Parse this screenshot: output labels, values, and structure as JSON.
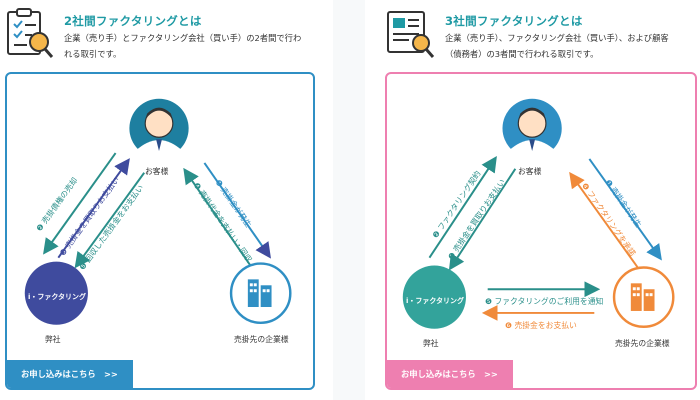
{
  "left": {
    "icon": "clipboard-magnifier-icon",
    "title": "2社間ファクタリングとは",
    "desc_line1": "企業（売り手）とファクタリング会社（買い手）の2者間で行わ",
    "desc_line2": "れる取引です。",
    "node_customer": "お客様",
    "node_company": "i・ファクタリング",
    "node_company_label": "弊社",
    "node_debtor_label": "売掛先の企業様",
    "steps": [
      {
        "num": "1",
        "text": "売掛金が発生"
      },
      {
        "num": "2",
        "text": "売掛債権の売却"
      },
      {
        "num": "3",
        "text": "売掛金を買取りお支払い"
      },
      {
        "num": "4",
        "text": "売掛代金を支払い・回収"
      },
      {
        "num": "5",
        "text": "回収した売掛金をお支払い"
      }
    ],
    "cta": "お申し込みはこちら　>>",
    "colors": {
      "accent": "#2f8fc4",
      "title": "#1f9aa4",
      "company": "#3f4b9e",
      "dark_arrow": "#3f4b9e",
      "teal_arrow": "#2a8f8a"
    }
  },
  "right": {
    "icon": "document-magnifier-icon",
    "title": "3社間ファクタリングとは",
    "desc_line1": "企業（売り手）、ファクタリング会社（買い手）、および顧客",
    "desc_line2": "（債務者）の3者間で行われる取引です。",
    "node_customer": "お客様",
    "node_company": "i・ファクタリング",
    "node_company_label": "弊社",
    "node_debtor_label": "売掛先の企業様",
    "steps": [
      {
        "num": "1",
        "text": "売掛金が発生"
      },
      {
        "num": "2",
        "text": "ファクタリング契約"
      },
      {
        "num": "3",
        "text": "売掛金を買取りお支払い"
      },
      {
        "num": "4",
        "text": "ファクタリングを承諾"
      },
      {
        "num": "5",
        "text": "ファクタリングのご利用を通知"
      },
      {
        "num": "6",
        "text": "売掛金をお支払い"
      }
    ],
    "cta": "お申し込みはこちら　>>",
    "colors": {
      "accent": "#ee7fb0",
      "title": "#1f9aa4",
      "company": "#33a39b",
      "orange": "#f08a3a",
      "teal_arrow": "#2a8f8a",
      "blue": "#2f8fc4"
    }
  }
}
